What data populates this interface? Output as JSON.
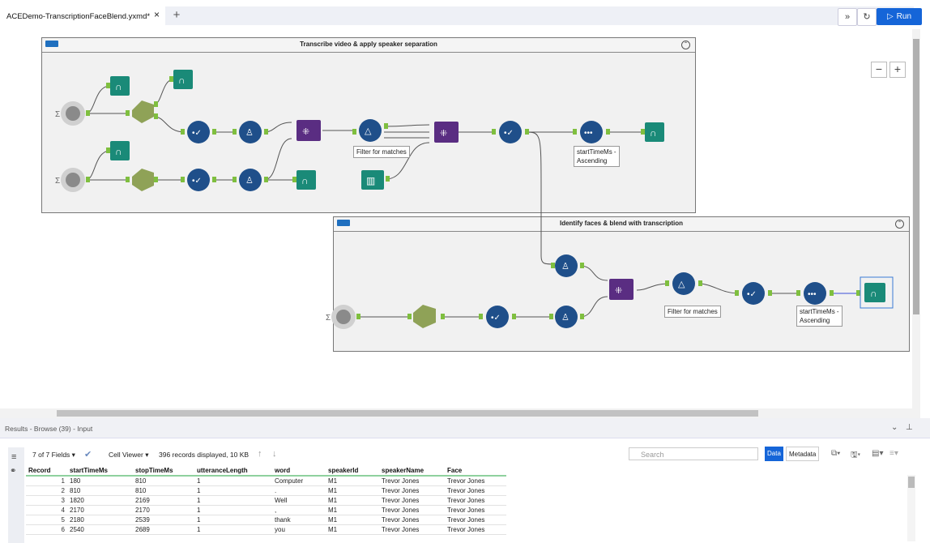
{
  "tab": {
    "filename": "ACEDemo-TranscriptionFaceBlend.yxmd*",
    "close": "×",
    "add": "+"
  },
  "toolbar": {
    "run_label": "Run",
    "run_icon": "▷",
    "expand_icon": "»",
    "history_icon": "↻"
  },
  "canvas": {
    "zoom_out": "−",
    "zoom_in": "+"
  },
  "containers": [
    {
      "title": "Transcribe video & apply speaker separation",
      "toggle": "⌃"
    },
    {
      "title": "Identify faces & blend with transcription",
      "toggle": "⌃"
    }
  ],
  "annotations": {
    "filter1": "Filter for matches",
    "sort1": "startTimeMs -\nAscending",
    "filter2": "Filter for matches",
    "sort2": "startTimeMs -\nAscending"
  },
  "results": {
    "title": "Results - Browse (39) - Input",
    "fields": "7 of 7 Fields",
    "cell_viewer": "Cell Viewer",
    "records_info": "396 records displayed, 10 KB",
    "search_placeholder": "Search",
    "data_tab": "Data",
    "metadata_tab": "Metadata",
    "columns": [
      "Record",
      "startTimeMs",
      "stopTimeMs",
      "utteranceLength",
      "word",
      "speakerId",
      "speakerName",
      "Face"
    ],
    "rows": [
      [
        "1",
        "180",
        "810",
        "1",
        "Computer",
        "M1",
        "Trevor Jones",
        "Trevor Jones"
      ],
      [
        "2",
        "810",
        "810",
        "1",
        ".",
        "M1",
        "Trevor Jones",
        "Trevor Jones"
      ],
      [
        "3",
        "1820",
        "2169",
        "1",
        "Well",
        "M1",
        "Trevor Jones",
        "Trevor Jones"
      ],
      [
        "4",
        "2170",
        "2170",
        "1",
        ",",
        "M1",
        "Trevor Jones",
        "Trevor Jones"
      ],
      [
        "5",
        "2180",
        "2539",
        "1",
        "thank",
        "M1",
        "Trevor Jones",
        "Trevor Jones"
      ],
      [
        "6",
        "2540",
        "2689",
        "1",
        "you",
        "M1",
        "Trevor Jones",
        "Trevor Jones"
      ]
    ]
  },
  "colors": {
    "accent": "#1565d8",
    "tool_blue": "#1f4f8a",
    "tool_teal": "#1a8a78",
    "tool_olive": "#8fa257",
    "tool_purple": "#5a2d82",
    "connector": "#7fbf3f"
  }
}
